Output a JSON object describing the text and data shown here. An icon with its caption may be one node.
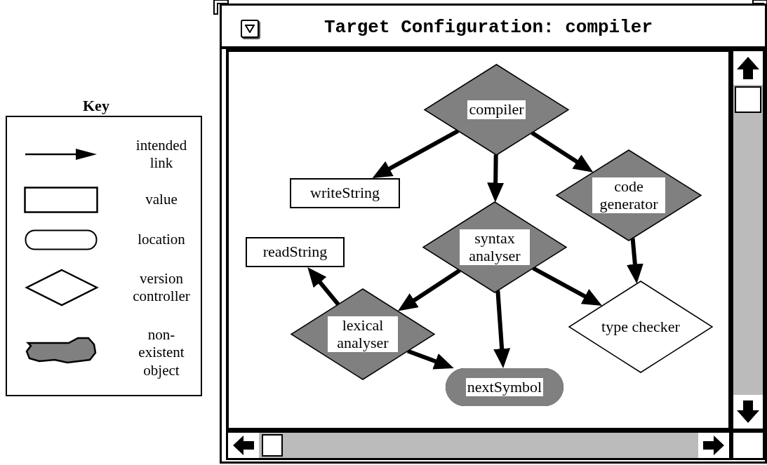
{
  "diagram": {
    "nodes": [
      {
        "text": [
          "Target Configuration: compiler"
        ]
      },
      {
        "text": [
          "compiler"
        ],
        "in": 0
      },
      {
        "text": [
          "writeString"
        ],
        "in": 0
      },
      {
        "text": [
          "code generator"
        ],
        "in": 0
      },
      {
        "text": [
          "syntax analyser"
        ],
        "in": 0
      },
      {
        "text": [
          "readString"
        ],
        "in": 0
      },
      {
        "text": [
          "lexical analyser"
        ],
        "in": 0
      },
      {
        "text": [
          "type checker"
        ],
        "in": 0
      },
      {
        "text": [
          "nextSymbol"
        ],
        "in": 0
      }
    ],
    "edges": [
      {
        "from": 1,
        "to": 2,
        "arrow": "to"
      },
      {
        "from": 1,
        "to": 4,
        "arrow": "to"
      },
      {
        "from": 1,
        "to": 3,
        "arrow": "to"
      },
      {
        "from": 3,
        "to": 7,
        "arrow": "to"
      },
      {
        "from": 4,
        "to": 6,
        "arrow": "to"
      },
      {
        "from": 4,
        "to": 8,
        "arrow": "to"
      },
      {
        "from": 4,
        "to": 7,
        "arrow": "to"
      },
      {
        "from": 6,
        "to": 5,
        "arrow": "to"
      },
      {
        "from": 6,
        "to": 8,
        "arrow": "to"
      }
    ],
    "labels": [
      "Key"
    ],
    "legend": [
      {
        "text": "intended link"
      },
      {
        "text": "value"
      },
      {
        "text": "location"
      },
      {
        "text": "version controller"
      },
      {
        "text": "non-existent object"
      }
    ]
  }
}
